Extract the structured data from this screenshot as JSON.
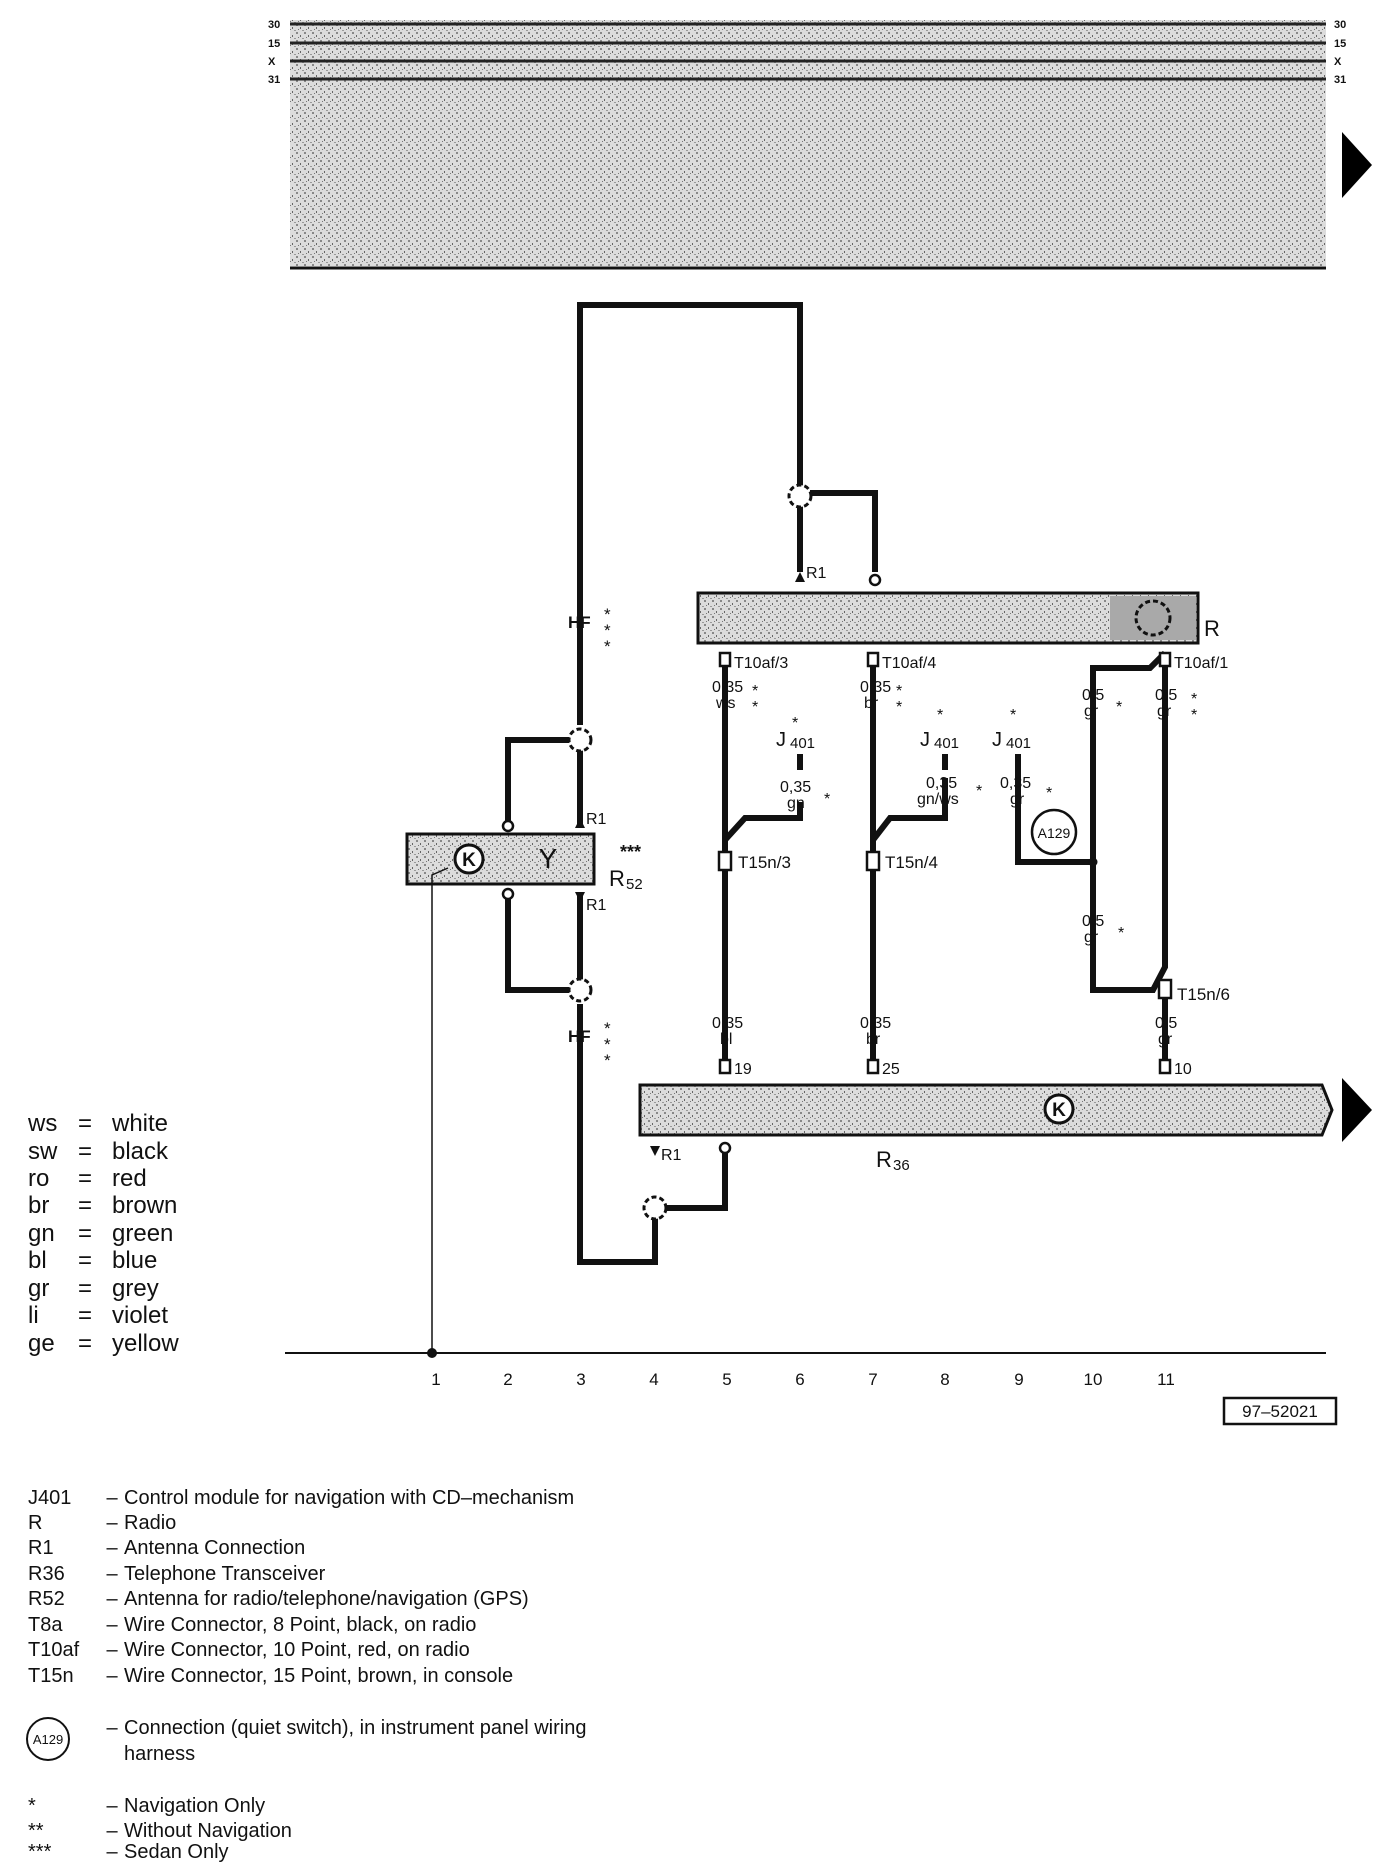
{
  "bus": {
    "left": [
      "30",
      "15",
      "X",
      "31"
    ],
    "right": [
      "30",
      "15",
      "X",
      "31"
    ]
  },
  "components": {
    "radio": "R",
    "antenna": {
      "prefix": "R",
      "sub": "52",
      "stars": "***",
      "symbol_k": "K",
      "symbol_y": "Y"
    },
    "transceiver": {
      "prefix": "R",
      "sub": "36",
      "symbol_k": "K"
    },
    "a129": "A129",
    "j401": {
      "prefix": "J",
      "sub": "401"
    }
  },
  "labels": {
    "hf": "HF",
    "r1": "R1",
    "t10af_3": "T10af/3",
    "t10af_4": "T10af/4",
    "t10af_1": "T10af/1",
    "t15n_3": "T15n/3",
    "t15n_4": "T15n/4",
    "t15n_6": "T15n/6",
    "pin19": "19",
    "pin25": "25",
    "pin10": "10",
    "w035": "0,35",
    "w05": "0,5",
    "ws": "ws",
    "br": "br",
    "gr": "gr",
    "gn": "gn",
    "gnws": "gn/ws",
    "bl": "bl",
    "star1": "*",
    "star2": "**",
    "star3": "***"
  },
  "grid": [
    "1",
    "2",
    "3",
    "4",
    "5",
    "6",
    "7",
    "8",
    "9",
    "10",
    "11"
  ],
  "figure_id": "97–52021",
  "color_legend": [
    {
      "abbr": "ws",
      "name": "white"
    },
    {
      "abbr": "sw",
      "name": "black"
    },
    {
      "abbr": "ro",
      "name": "red"
    },
    {
      "abbr": "br",
      "name": "brown"
    },
    {
      "abbr": "gn",
      "name": "green"
    },
    {
      "abbr": "bl",
      "name": "blue"
    },
    {
      "abbr": "gr",
      "name": "grey"
    },
    {
      "abbr": "li",
      "name": "violet"
    },
    {
      "abbr": "ge",
      "name": "yellow"
    }
  ],
  "component_legend": [
    {
      "code": "J401",
      "desc": "Control module for navigation with CD–mechanism"
    },
    {
      "code": "R",
      "desc": "Radio"
    },
    {
      "code": "R1",
      "desc": "Antenna Connection"
    },
    {
      "code": "R36",
      "desc": "Telephone Transceiver"
    },
    {
      "code": "R52",
      "desc": "Antenna for radio/telephone/navigation (GPS)"
    },
    {
      "code": "T8a",
      "desc": "Wire Connector, 8 Point, black, on radio"
    },
    {
      "code": "T10af",
      "desc": "Wire Connector, 10 Point, red, on radio"
    },
    {
      "code": "T15n",
      "desc": "Wire Connector, 15 Point, brown, in console"
    }
  ],
  "connection_note": {
    "symbol": "A129",
    "line1": "Connection (quiet switch), in instrument panel wiring",
    "line2": "harness"
  },
  "footnotes": [
    {
      "mark": "*",
      "desc": "Navigation Only"
    },
    {
      "mark": "**",
      "desc": "Without Navigation"
    },
    {
      "mark": "***",
      "desc": "Sedan Only"
    }
  ],
  "dash": "–"
}
